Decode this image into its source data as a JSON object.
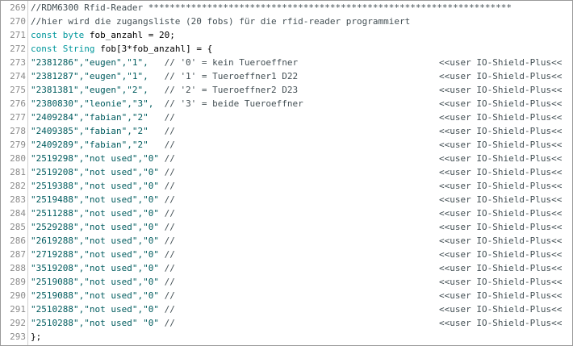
{
  "editor": {
    "lines": [
      {
        "n": "269",
        "segments": [
          {
            "t": "//RDM6300 Rfid-Reader ********************************************************************",
            "c": "cmt"
          }
        ]
      },
      {
        "n": "270",
        "segments": [
          {
            "t": "//hier wird die zugangsliste (20 fobs) für die rfid-reader programmiert",
            "c": "cmt"
          }
        ]
      },
      {
        "n": "271",
        "segments": [
          {
            "t": "const",
            "c": "kw"
          },
          {
            "t": " ",
            "c": "plain"
          },
          {
            "t": "byte",
            "c": "kw"
          },
          {
            "t": " fob_anzahl = 20;",
            "c": "plain"
          }
        ]
      },
      {
        "n": "272",
        "segments": [
          {
            "t": "const",
            "c": "kw"
          },
          {
            "t": " ",
            "c": "plain"
          },
          {
            "t": "String",
            "c": "kw"
          },
          {
            "t": " fob[3*fob_anzahl] = {",
            "c": "plain"
          }
        ]
      },
      {
        "n": "273",
        "segments": [
          {
            "t": "\"2381286\",\"eugen\",\"1\",",
            "c": "str"
          },
          {
            "t": "   // '0' = kein Tueroeffner",
            "c": "cmt"
          }
        ],
        "tail": "<<user IO-Shield-Plus<<"
      },
      {
        "n": "274",
        "segments": [
          {
            "t": "\"2381287\",\"eugen\",\"1\",",
            "c": "str"
          },
          {
            "t": "   // '1' = Tueroeffner1 D22",
            "c": "cmt"
          }
        ],
        "tail": "<<user IO-Shield-Plus<<"
      },
      {
        "n": "275",
        "segments": [
          {
            "t": "\"2381381\",\"eugen\",\"2\",",
            "c": "str"
          },
          {
            "t": "   // '2' = Tueroeffner2 D23",
            "c": "cmt"
          }
        ],
        "tail": "<<user IO-Shield-Plus<<"
      },
      {
        "n": "276",
        "segments": [
          {
            "t": "\"2380830\",\"leonie\",\"3\",",
            "c": "str"
          },
          {
            "t": "  // '3' = beide Tueroeffner",
            "c": "cmt"
          }
        ],
        "tail": "<<user IO-Shield-Plus<<"
      },
      {
        "n": "277",
        "segments": [
          {
            "t": "\"2409284\",\"fabian\",\"2\"",
            "c": "str"
          },
          {
            "t": "   //",
            "c": "cmt"
          }
        ],
        "tail": "<<user IO-Shield-Plus<<"
      },
      {
        "n": "278",
        "segments": [
          {
            "t": "\"2409385\",\"fabian\",\"2\"",
            "c": "str"
          },
          {
            "t": "   //",
            "c": "cmt"
          }
        ],
        "tail": "<<user IO-Shield-Plus<<"
      },
      {
        "n": "279",
        "segments": [
          {
            "t": "\"2409289\",\"fabian\",\"2\"",
            "c": "str"
          },
          {
            "t": "   //",
            "c": "cmt"
          }
        ],
        "tail": "<<user IO-Shield-Plus<<"
      },
      {
        "n": "280",
        "segments": [
          {
            "t": "\"2519298\",\"not used\",\"0\"",
            "c": "str"
          },
          {
            "t": " //",
            "c": "cmt"
          }
        ],
        "tail": "<<user IO-Shield-Plus<<"
      },
      {
        "n": "281",
        "segments": [
          {
            "t": "\"2519208\",\"not used\",\"0\"",
            "c": "str"
          },
          {
            "t": " //",
            "c": "cmt"
          }
        ],
        "tail": "<<user IO-Shield-Plus<<"
      },
      {
        "n": "282",
        "segments": [
          {
            "t": "\"2519388\",\"not used\",\"0\"",
            "c": "str"
          },
          {
            "t": " //",
            "c": "cmt"
          }
        ],
        "tail": "<<user IO-Shield-Plus<<"
      },
      {
        "n": "283",
        "segments": [
          {
            "t": "\"2519488\",\"not used\",\"0\"",
            "c": "str"
          },
          {
            "t": " //",
            "c": "cmt"
          }
        ],
        "tail": "<<user IO-Shield-Plus<<"
      },
      {
        "n": "284",
        "segments": [
          {
            "t": "\"2511288\",\"not used\",\"0\"",
            "c": "str"
          },
          {
            "t": " //",
            "c": "cmt"
          }
        ],
        "tail": "<<user IO-Shield-Plus<<"
      },
      {
        "n": "285",
        "segments": [
          {
            "t": "\"2529288\",\"not used\",\"0\"",
            "c": "str"
          },
          {
            "t": " //",
            "c": "cmt"
          }
        ],
        "tail": "<<user IO-Shield-Plus<<"
      },
      {
        "n": "286",
        "segments": [
          {
            "t": "\"2619288\",\"not used\",\"0\"",
            "c": "str"
          },
          {
            "t": " //",
            "c": "cmt"
          }
        ],
        "tail": "<<user IO-Shield-Plus<<"
      },
      {
        "n": "287",
        "segments": [
          {
            "t": "\"2719288\",\"not used\",\"0\"",
            "c": "str"
          },
          {
            "t": " //",
            "c": "cmt"
          }
        ],
        "tail": "<<user IO-Shield-Plus<<"
      },
      {
        "n": "288",
        "segments": [
          {
            "t": "\"3519208\",\"not used\",\"0\"",
            "c": "str"
          },
          {
            "t": " //",
            "c": "cmt"
          }
        ],
        "tail": "<<user IO-Shield-Plus<<"
      },
      {
        "n": "289",
        "segments": [
          {
            "t": "\"2519088\",\"not used\",\"0\"",
            "c": "str"
          },
          {
            "t": " //",
            "c": "cmt"
          }
        ],
        "tail": "<<user IO-Shield-Plus<<"
      },
      {
        "n": "290",
        "segments": [
          {
            "t": "\"2519088\",\"not used\",\"0\"",
            "c": "str"
          },
          {
            "t": " //",
            "c": "cmt"
          }
        ],
        "tail": "<<user IO-Shield-Plus<<"
      },
      {
        "n": "291",
        "segments": [
          {
            "t": "\"2510288\",\"not used\",\"0\"",
            "c": "str"
          },
          {
            "t": " //",
            "c": "cmt"
          }
        ],
        "tail": "<<user IO-Shield-Plus<<"
      },
      {
        "n": "292",
        "segments": [
          {
            "t": "\"2510288\",\"not used\" \"0\"",
            "c": "str"
          },
          {
            "t": " //",
            "c": "cmt"
          }
        ],
        "tail": "<<user IO-Shield-Plus<<"
      },
      {
        "n": "293",
        "segments": [
          {
            "t": "};",
            "c": "plain"
          }
        ]
      }
    ]
  }
}
